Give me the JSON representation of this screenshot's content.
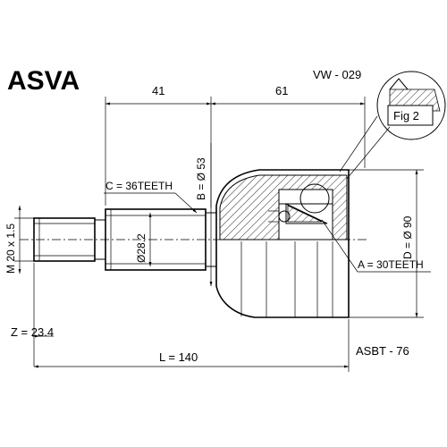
{
  "brand": "ASVA",
  "part_code": "VW - 029",
  "catalog_number": "ASBT - 76",
  "figure_label": "Fig 2",
  "dimensions": {
    "shaft_length": "41",
    "body_length": "61",
    "outer_diameter_b": "B = Ø 53",
    "outer_diameter_d": "D = Ø 90",
    "shaft_diameter": "Ø28.2",
    "thread": "M 20 x 1.5",
    "spline_c": "C = 36TEETH",
    "spline_a": "A = 30TEETH",
    "z_value": "Z = 23.4",
    "total_length": "L = 140"
  }
}
